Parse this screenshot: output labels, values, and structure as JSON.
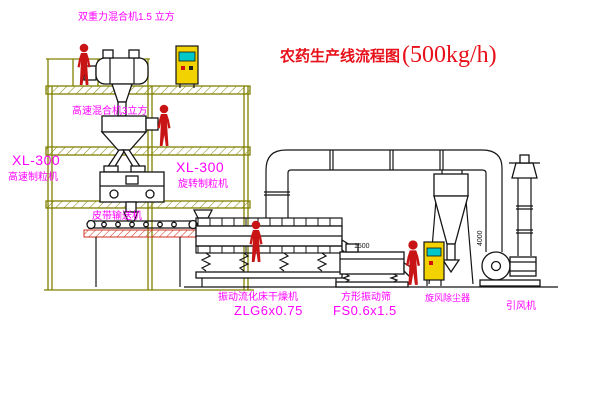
{
  "title": {
    "main": "农药生产线流程图",
    "capacity": "(500kg/h)"
  },
  "labels": {
    "mixer_top": "双重力混合机1.5 立方",
    "mixer_mid": "高速混合机3立方",
    "granulator_left_model": "XL-300",
    "granulator_left_name": "高速制粒机",
    "granulator_center_model": "XL-300",
    "granulator_center_name": "旋转制粒机",
    "belt_conveyor": "皮带输送机",
    "dryer_name": "振动流化床干燥机",
    "dryer_model": "ZLG6x0.75",
    "sieve_name": "方形振动筛",
    "sieve_model": "FS0.6x1.5",
    "cyclone_name": "旋风除尘器",
    "fan_name": "引风机"
  },
  "dimensions": {
    "sieve_inlet": "1500",
    "stack_height": "4000"
  },
  "colors": {
    "structure": "#808000",
    "equipment": "#141414",
    "label": "#ff00ff",
    "title": "#e8101a",
    "person": "#c81414",
    "cabinet": "#f2d200",
    "screen": "#00c8c8",
    "hatch_red": "#d03020"
  }
}
